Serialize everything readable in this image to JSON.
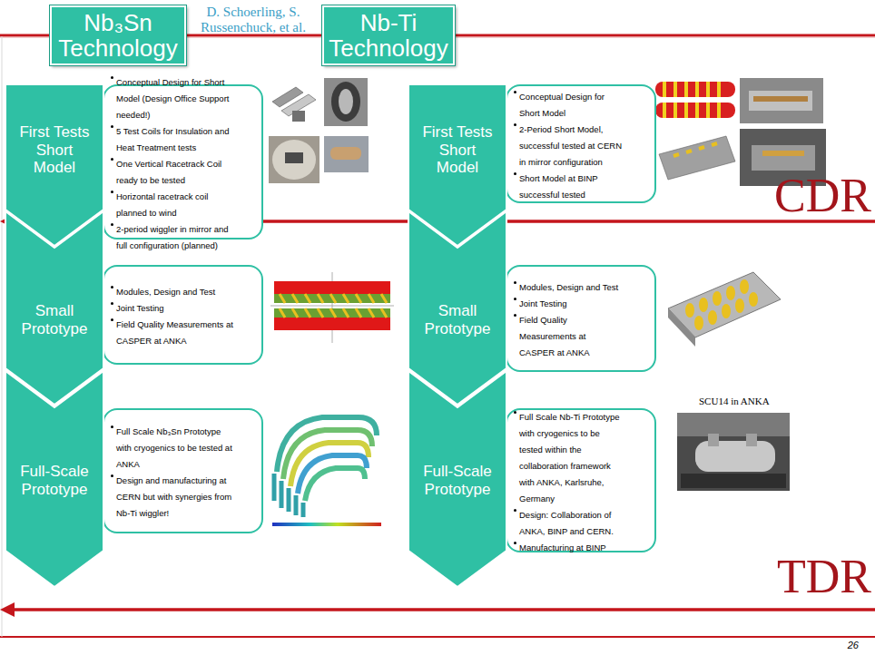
{
  "diagram": {
    "nodes": [
      {
        "text": [
          "Nb₃Sn Technology"
        ]
      },
      {
        "text": [
          "Nb-Ti Technology"
        ]
      },
      {
        "text": [
          "First Tests Short Model"
        ]
      },
      {
        "text": [
          "Conceptual Design for Short Model (Design Office Support needed!)",
          "5 Test  Coils for Insulation and Heat Treatment tests",
          "One Vertical Racetrack Coil ready to be tested",
          "Horizontal racetrack coil planned to wind",
          "2-period wiggler in mirror and full configuration (planned)"
        ]
      },
      {
        "text": [
          "First Tests Short Model"
        ]
      },
      {
        "text": [
          "Conceptual Design for Short Model",
          "2-Period Short Model, successful tested at CERN in mirror configuration",
          "Short Model at BINP successful tested"
        ]
      },
      {
        "text": [
          "Small Prototype"
        ]
      },
      {
        "text": [
          "Modules, Design and Test",
          "Joint Testing",
          "Field Quality Measurements at CASPER at ANKA"
        ]
      },
      {
        "text": [
          "Small Prototype"
        ]
      },
      {
        "text": [
          "Modules, Design and Test",
          "Joint Testing",
          "Field Quality Measurements at CASPER at ANKA"
        ]
      },
      {
        "text": [
          "Full-Scale Prototype"
        ]
      },
      {
        "text": [
          "Full Scale Nb₃Sn Prototype with cryogenics to be tested at ANKA",
          "Design and manufacturing at CERN but with synergies from Nb-Ti wiggler!"
        ]
      },
      {
        "text": [
          "Full-Scale Prototype"
        ]
      },
      {
        "text": [
          "Full Scale Nb-Ti Prototype with cryogenics to be tested within the collaboration framework with ANKA, Karlsruhe, Germany",
          "Design: Collaboration of ANKA, BINP and CERN.",
          "Manufacturing at BINP"
        ]
      }
    ],
    "labels": [
      "D. Schoerling, S. Russenchuck, et al.",
      "CDR",
      "SCU14 in ANKA",
      "TDR",
      "26"
    ]
  }
}
